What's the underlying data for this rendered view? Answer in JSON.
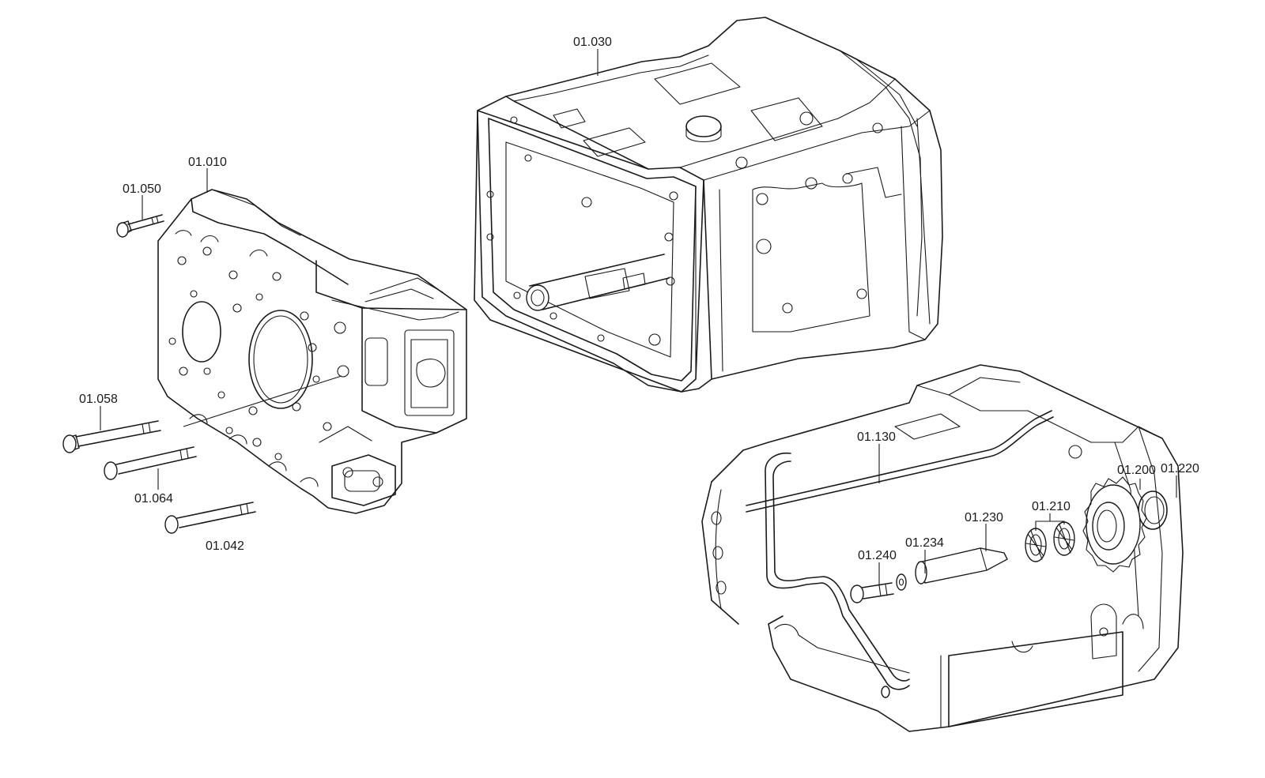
{
  "diagram": {
    "labels": {
      "p01_010": "01.010",
      "p01_050": "01.050",
      "p01_058": "01.058",
      "p01_064": "01.064",
      "p01_042": "01.042",
      "p01_030": "01.030",
      "p01_130": "01.130",
      "p01_200": "01.200",
      "p01_220": "01.220",
      "p01_210": "01.210",
      "p01_230": "01.230",
      "p01_234": "01.234",
      "p01_240": "01.240"
    }
  }
}
